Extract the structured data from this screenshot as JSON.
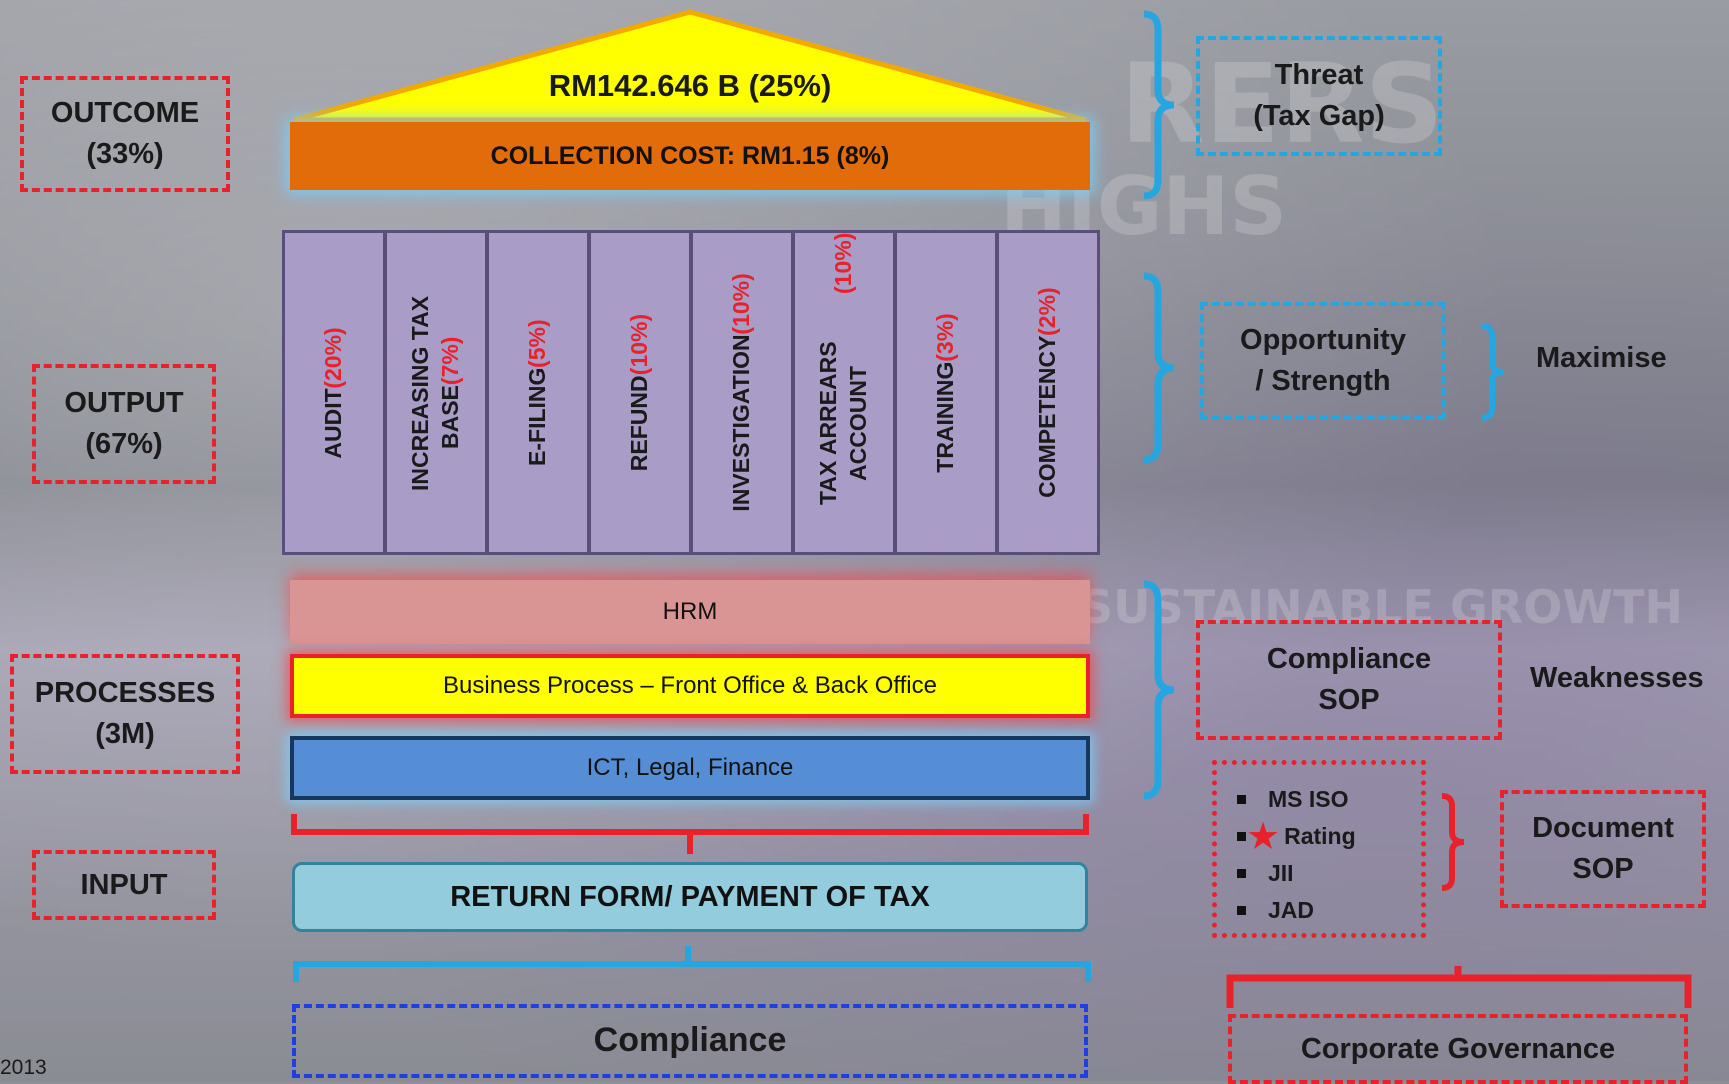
{
  "levels": {
    "outcome": "OUTCOME\n(33%)",
    "output": "OUTPUT\n(67%)",
    "processes": "PROCESSES\n(3M)",
    "input": "INPUT"
  },
  "roof": {
    "title": "RM142.646 B (25%)",
    "cost": "COLLECTION COST: RM1.15 (8%)"
  },
  "pillars": [
    {
      "name": "AUDIT",
      "pct": "(20%)"
    },
    {
      "name": "INCREASING TAX BASE",
      "pct": "(7%)"
    },
    {
      "name": "E-FILING",
      "pct": "(5%)"
    },
    {
      "name": "REFUND",
      "pct": "(10%)"
    },
    {
      "name": "INVESTIGATION",
      "pct": "(10%)"
    },
    {
      "name": "TAX ARREARS ACCOUNT",
      "pct": "(10%)"
    },
    {
      "name": "TRAINING",
      "pct": "(3%)"
    },
    {
      "name": "COMPETENCY",
      "pct": "(2%)"
    }
  ],
  "process_bars": {
    "hrm": "HRM",
    "business": "Business Process – Front Office & Back Office",
    "ict": "ICT, Legal, Finance"
  },
  "input_bar": "RETURN FORM/ PAYMENT OF TAX",
  "compliance": "Compliance",
  "right": {
    "threat": "Threat\n(Tax Gap)",
    "opportunity": "Opportunity\n/ Strength",
    "maximise": "Maximise",
    "compliance_sop": "Compliance\nSOP",
    "weaknesses": "Weaknesses",
    "document_sop": "Document\nSOP",
    "corporate_governance": "Corporate Governance",
    "list": [
      "MS ISO",
      "Rating",
      "JII",
      "JAD"
    ]
  },
  "footer_year": "2013",
  "colors": {
    "accent_red": "#e8222a",
    "accent_blue": "#25a6e0",
    "pillar": "#a99cc6",
    "roof_yellow": "#ffff00",
    "cost_orange": "#e36c0a",
    "ict_blue": "#558ed5",
    "input_cyan": "#93cddd"
  }
}
